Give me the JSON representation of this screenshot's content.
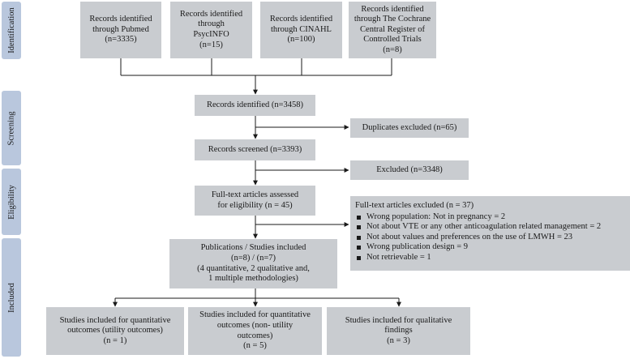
{
  "stages": {
    "identification": "Identification",
    "screening": "Screening",
    "eligibility": "Eligibility",
    "included": "Included"
  },
  "sources": [
    {
      "lines": [
        "Records identified",
        "through Pubmed",
        "(n=3335)"
      ]
    },
    {
      "lines": [
        "Records identified",
        "through",
        "PsycINFO",
        "(n=15)"
      ]
    },
    {
      "lines": [
        "Records identified",
        "through CINAHL",
        "(n=100)"
      ]
    },
    {
      "lines": [
        "Records identified",
        "through The Cochrane",
        "Central Register of",
        "Controlled Trials",
        "(n=8)"
      ]
    }
  ],
  "records_identified": {
    "lines": [
      "Records identified (n=3458)"
    ]
  },
  "duplicates_excluded": {
    "lines": [
      "Duplicates excluded (n=65)"
    ]
  },
  "records_screened": {
    "lines": [
      "Records screened (n=3393)"
    ]
  },
  "excluded": {
    "lines": [
      "Excluded (n=3348)"
    ]
  },
  "fulltext_assessed": {
    "lines": [
      "Full-text articles assessed",
      "for eligibility (n = 45)"
    ]
  },
  "fulltext_excluded": {
    "heading": "Full-text articles excluded (n = 37)",
    "reasons": [
      "Wrong population: Not in pregnancy = 2",
      "Not about VTE or any other anticoagulation related management = 2",
      "Not about values and preferences on the use of LMWH = 23",
      "Wrong publication design = 9",
      "Not retrievable = 1"
    ]
  },
  "included": {
    "lines": [
      "Publications / Studies included",
      "(n=8) / (n=7)",
      "(4 quantitative, 2 qualitative and,",
      "1 multiple methodologies)"
    ]
  },
  "outcomes": [
    {
      "lines": [
        "Studies included for quantitative",
        "outcomes  (utility outcomes)",
        "(n = 1)"
      ]
    },
    {
      "lines": [
        "Studies included for quantitative",
        "outcomes (non- utility",
        "outcomes)",
        "(n = 5)"
      ]
    },
    {
      "lines": [
        "Studies included for qualitative",
        "findings",
        "(n = 3)"
      ]
    }
  ]
}
